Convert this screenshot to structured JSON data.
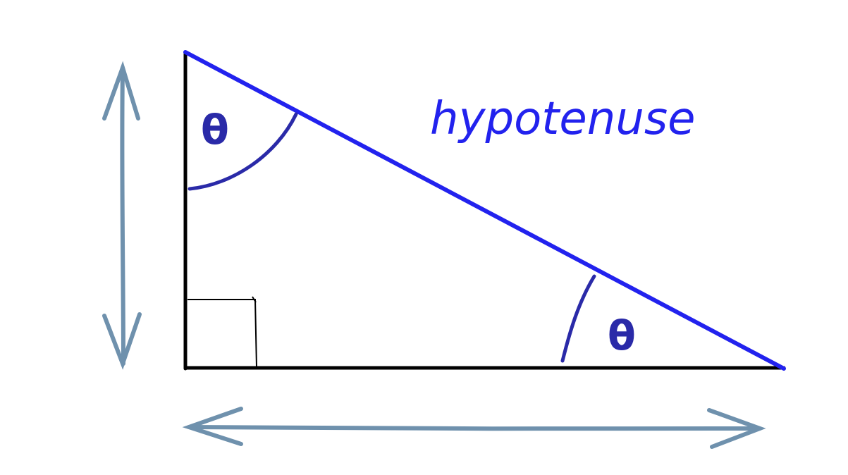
{
  "diagram": {
    "hypotenuse_label": "hypotenuse",
    "angle_top_label": "θ",
    "angle_bottom_label": "θ"
  },
  "colors": {
    "background": "#ffffff",
    "legs": "#000000",
    "hypotenuse": "#2222ee",
    "angle_marks": "#2a2aa8",
    "dimension_arrows": "#6f91ad"
  }
}
